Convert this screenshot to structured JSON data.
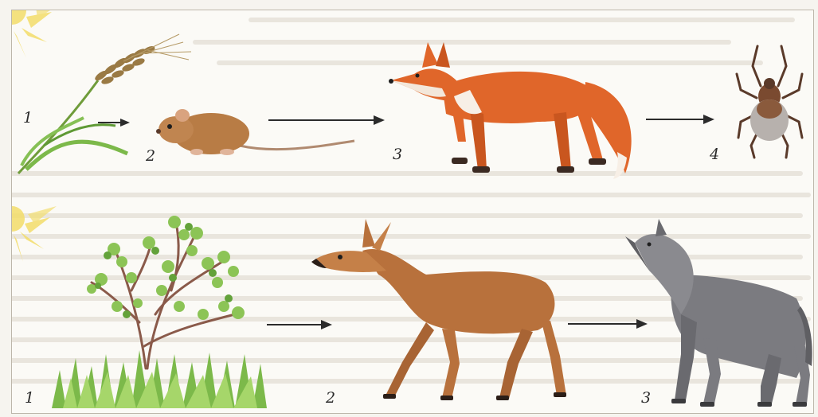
{
  "chains": [
    {
      "id": "chain-1",
      "steps": [
        {
          "number": "1",
          "organism": "wheat-plant"
        },
        {
          "number": "2",
          "organism": "mouse"
        },
        {
          "number": "3",
          "organism": "fox"
        },
        {
          "number": "4",
          "organism": "tick"
        }
      ]
    },
    {
      "id": "chain-2",
      "steps": [
        {
          "number": "1",
          "organism": "shrub-and-grass"
        },
        {
          "number": "2",
          "organism": "deer"
        },
        {
          "number": "3",
          "organism": "wolf"
        }
      ]
    }
  ],
  "colors": {
    "sun": "#f3dd6b",
    "plant": "#7cb94a",
    "fox": "#e0662a",
    "deer": "#b8713c",
    "wolf": "#7b7b80",
    "arrow": "#2b2b2b"
  }
}
